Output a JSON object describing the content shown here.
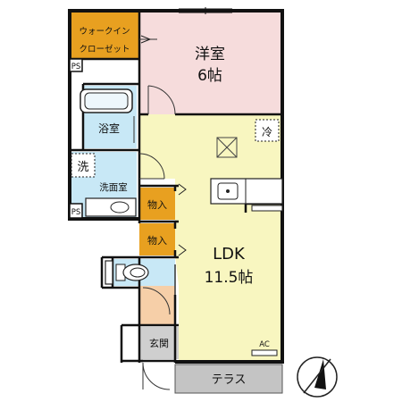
{
  "rooms": {
    "walkin_closet": {
      "line1": "ウォークイン",
      "line2": "クローゼット"
    },
    "western_room": {
      "name": "洋室",
      "size": "6帖"
    },
    "bathroom": {
      "name": "浴室"
    },
    "washroom": {
      "name": "洗面室"
    },
    "storage_1": {
      "name": "物入"
    },
    "storage_2": {
      "name": "物入"
    },
    "ldk": {
      "name": "LDK",
      "size": "11.5帖"
    },
    "entrance": {
      "name": "玄関"
    },
    "terrace": {
      "name": "テラス"
    }
  },
  "symbols": {
    "ps_1": "PS",
    "ps_2": "PS",
    "washer": "洗",
    "aircon_top": "冷",
    "aircon_label": "AC"
  },
  "colors": {
    "walkin_closet": "#e8a020",
    "western_room": "#f6dcdc",
    "ldk": "#f8f6c0",
    "bath_area": "#c8e8f6",
    "storage": "#e8a020",
    "toilet_floor": "#f6cfa8",
    "entrance": "#cfcfcf",
    "terrace": "#c4c4c4",
    "wall": "#111111"
  },
  "icons": {
    "compass": "north-arrow-icon",
    "kitchen_sink": "sink-icon",
    "bathtub": "bathtub-icon",
    "toilet": "toilet-icon",
    "vanity": "vanity-basin-icon"
  }
}
